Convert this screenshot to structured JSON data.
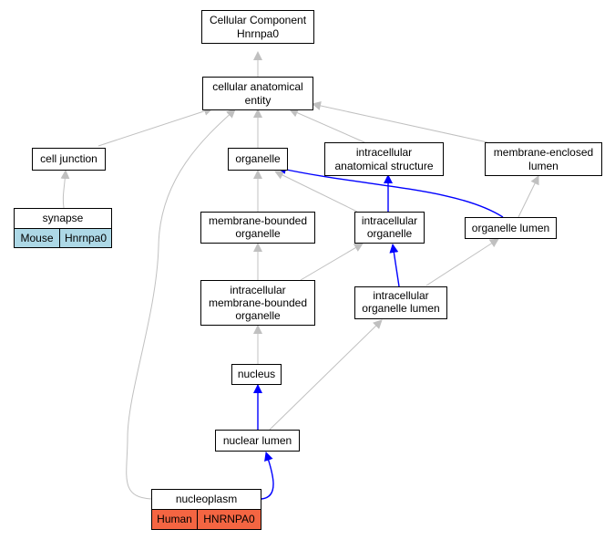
{
  "colors": {
    "edge_gray": "#c0c0c0",
    "edge_blue": "#0000ff",
    "mouse_cell": "#add8e6",
    "human_cell": "#f46542",
    "border": "#000000"
  },
  "nodes": {
    "root": {
      "lines": [
        "Cellular Component",
        "Hnrnpa0"
      ]
    },
    "cae": {
      "lines": [
        "cellular anatomical",
        "entity"
      ]
    },
    "cell_junction": {
      "lines": [
        "cell junction"
      ]
    },
    "organelle": {
      "lines": [
        "organelle"
      ]
    },
    "intracellular_anatomical_structure": {
      "lines": [
        "intracellular",
        "anatomical structure"
      ]
    },
    "membrane_enclosed_lumen": {
      "lines": [
        "membrane-enclosed",
        "lumen"
      ]
    },
    "synapse": {
      "lines": [
        "synapse"
      ]
    },
    "membrane_bounded_organelle": {
      "lines": [
        "membrane-bounded",
        "organelle"
      ]
    },
    "intracellular_organelle": {
      "lines": [
        "intracellular",
        "organelle"
      ]
    },
    "organelle_lumen": {
      "lines": [
        "organelle lumen"
      ]
    },
    "intracellular_membrane_bounded_organelle": {
      "lines": [
        "intracellular",
        "membrane-bounded",
        "organelle"
      ]
    },
    "intracellular_organelle_lumen": {
      "lines": [
        "intracellular",
        "organelle lumen"
      ]
    },
    "nucleus": {
      "lines": [
        "nucleus"
      ]
    },
    "nuclear_lumen": {
      "lines": [
        "nuclear lumen"
      ]
    },
    "nucleoplasm": {
      "lines": [
        "nucleoplasm"
      ]
    }
  },
  "annotations": {
    "synapse": {
      "species": "Mouse",
      "gene": "Hnrnpa0"
    },
    "nucleoplasm": {
      "species": "Human",
      "gene": "HNRNPA0"
    }
  }
}
